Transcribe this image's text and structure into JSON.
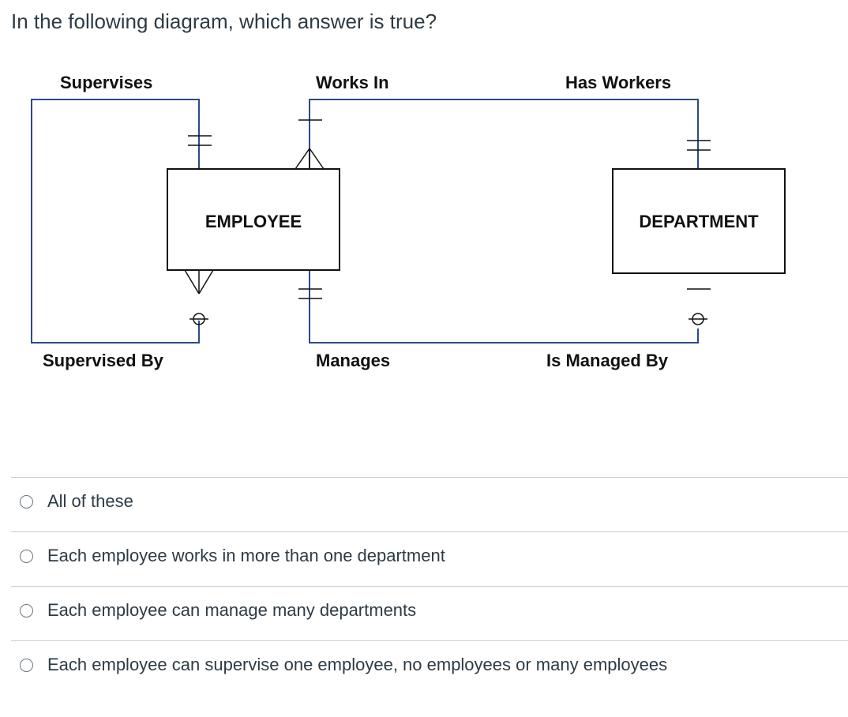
{
  "question": "In the following diagram, which answer is true?",
  "diagram": {
    "entities": [
      "EMPLOYEE",
      "DEPARTMENT"
    ],
    "labels": {
      "supervises": "Supervises",
      "works_in": "Works In",
      "has_workers": "Has Workers",
      "supervised_by": "Supervised By",
      "manages": "Manages",
      "is_managed_by": "Is Managed By"
    }
  },
  "answers": [
    "All of these",
    "Each employee works in more than one department",
    "Each employee can manage many departments",
    "Each employee can supervise one employee, no employees or many employees"
  ]
}
